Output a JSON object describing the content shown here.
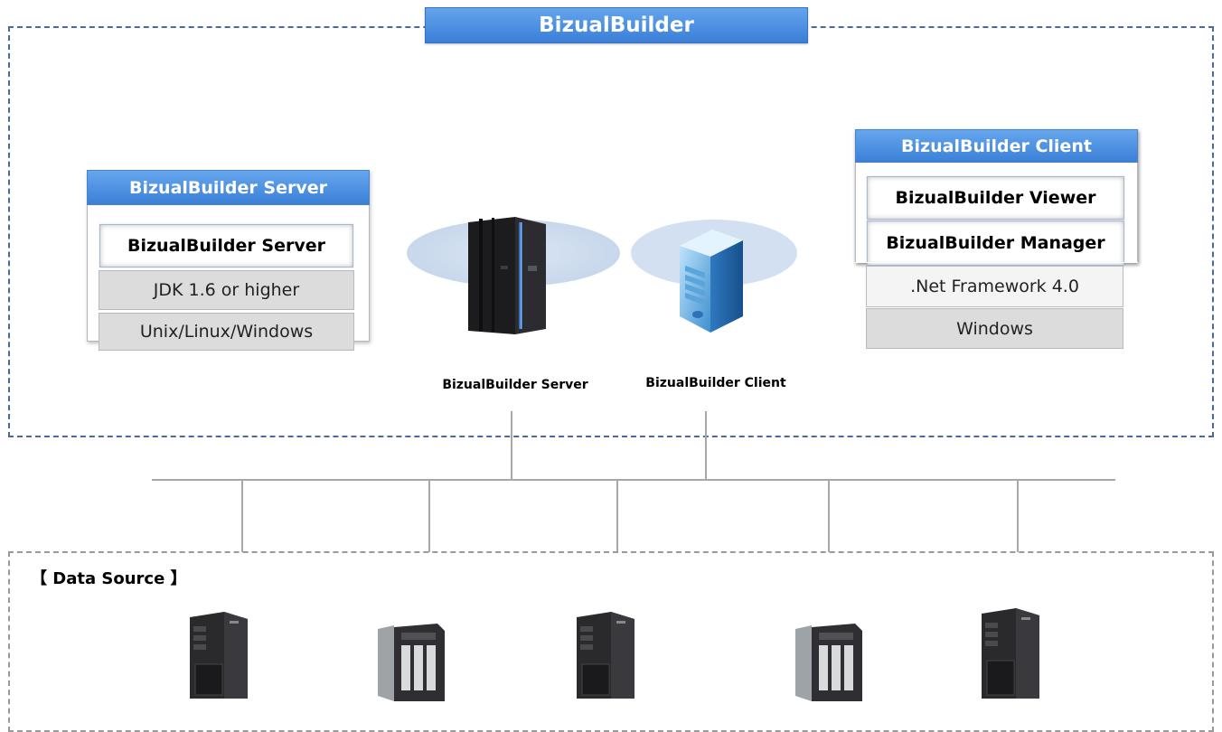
{
  "title": "BizualBuilder",
  "server_stack": {
    "header": "BizualBuilder Server",
    "layers": [
      "BizualBuilder Server",
      "JDK 1.6 or higher",
      "Unix/Linux/Windows"
    ]
  },
  "client_stack": {
    "header": "BizualBuilder Client",
    "layers": [
      "BizualBuilder Viewer",
      "BizualBuilder Manager",
      ".Net Framework 4.0",
      "Windows"
    ]
  },
  "devices": {
    "server_caption": "BizualBuilder Server",
    "client_caption": "BizualBuilder Client"
  },
  "data_source": {
    "label": "【 Data Source 】",
    "items": [
      "tower-server",
      "open-storage",
      "tower-server",
      "open-storage",
      "tower-server"
    ]
  },
  "colors": {
    "accent": "#3b80d8",
    "frame": "#4a6a9a",
    "network": "#a8a8a8"
  }
}
